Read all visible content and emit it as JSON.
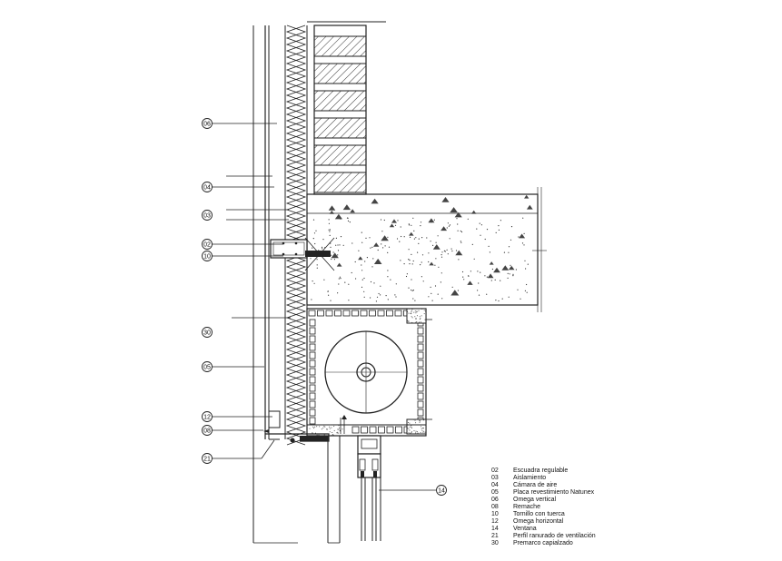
{
  "callouts": [
    {
      "code": "06"
    },
    {
      "code": "04"
    },
    {
      "code": "03"
    },
    {
      "code": "02"
    },
    {
      "code": "10"
    },
    {
      "code": "30"
    },
    {
      "code": "05"
    },
    {
      "code": "12"
    },
    {
      "code": "08"
    },
    {
      "code": "21"
    },
    {
      "code": "14"
    }
  ],
  "legend": [
    {
      "code": "02",
      "label": "Escuadra regulable"
    },
    {
      "code": "03",
      "label": "Aislamiento"
    },
    {
      "code": "04",
      "label": "Cámara de  aire"
    },
    {
      "code": "05",
      "label": "Placa revestimiento Natunex"
    },
    {
      "code": "06",
      "label": "Omega vertical"
    },
    {
      "code": "08",
      "label": "Remache"
    },
    {
      "code": "10",
      "label": "Tornillo con tuerca"
    },
    {
      "code": "12",
      "label": "Omega horizontal"
    },
    {
      "code": "14",
      "label": "Ventana"
    },
    {
      "code": "21",
      "label": "Perfil ranurado de ventilación"
    },
    {
      "code": "30",
      "label": "Premarco capialzado"
    }
  ]
}
